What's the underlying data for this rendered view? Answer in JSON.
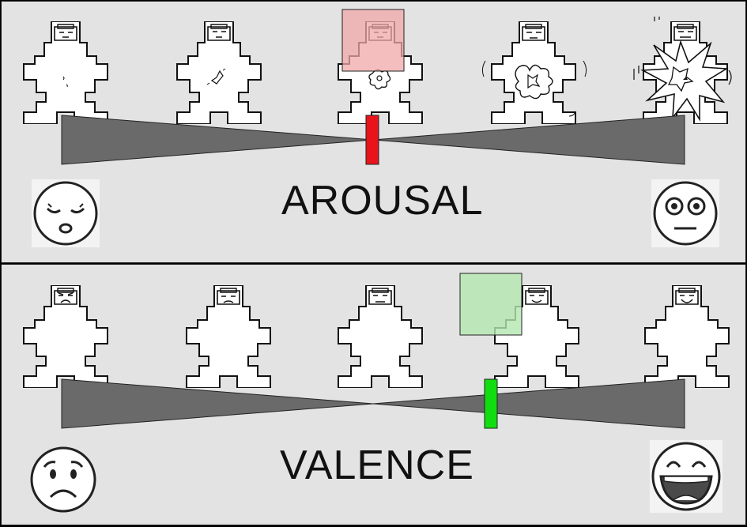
{
  "arousal": {
    "title": "AROUSAL",
    "levels": 5,
    "selected_level": 3,
    "left_anchor_icon": "sleepy-face-icon",
    "right_anchor_icon": "wide-eyed-face-icon",
    "marker_color": "#e8141c",
    "highlight_color": "#f0a8a8"
  },
  "valence": {
    "title": "VALENCE",
    "levels": 5,
    "selected_level": 4,
    "left_anchor_icon": "sad-face-icon",
    "right_anchor_icon": "laughing-face-icon",
    "marker_color": "#11dd11",
    "highlight_color": "#b4e6b0"
  }
}
